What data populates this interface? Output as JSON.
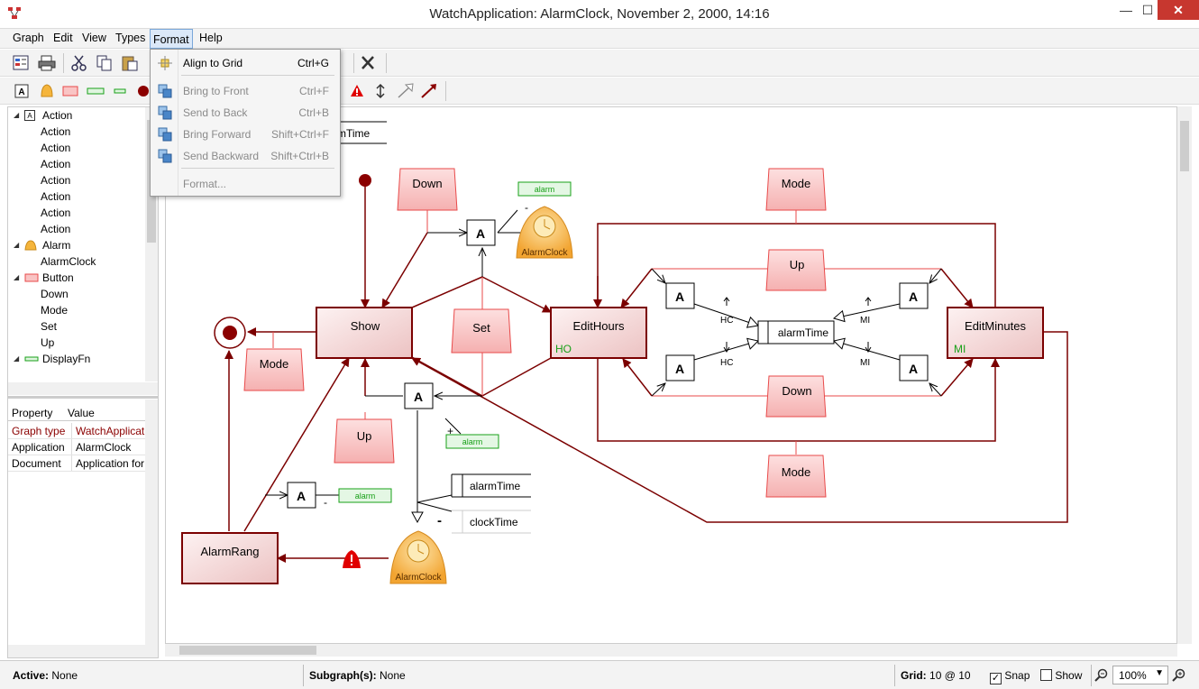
{
  "window": {
    "title": "WatchApplication: AlarmClock, November 2, 2000, 14:16",
    "minimize": "—",
    "maximize": "☐",
    "close": "✕"
  },
  "menubar": {
    "items": [
      "Graph",
      "Edit",
      "View",
      "Types",
      "Format",
      "Help"
    ]
  },
  "format_menu": {
    "items": [
      {
        "label": "Align to Grid",
        "shortcut": "Ctrl+G",
        "enabled": true
      },
      {
        "label": "Bring to Front",
        "shortcut": "Ctrl+F",
        "enabled": false
      },
      {
        "label": "Send to Back",
        "shortcut": "Ctrl+B",
        "enabled": false
      },
      {
        "label": "Bring Forward",
        "shortcut": "Shift+Ctrl+F",
        "enabled": false
      },
      {
        "label": "Send Backward",
        "shortcut": "Shift+Ctrl+B",
        "enabled": false
      },
      {
        "label": "Format...",
        "shortcut": "",
        "enabled": false
      }
    ]
  },
  "tree": {
    "items": [
      {
        "label": "Action",
        "level": 0,
        "expanded": true,
        "icon": "action-type-icon"
      },
      {
        "label": "Action",
        "level": 1
      },
      {
        "label": "Action",
        "level": 1
      },
      {
        "label": "Action",
        "level": 1
      },
      {
        "label": "Action",
        "level": 1
      },
      {
        "label": "Action",
        "level": 1
      },
      {
        "label": "Action",
        "level": 1
      },
      {
        "label": "Action",
        "level": 1
      },
      {
        "label": "Alarm",
        "level": 0,
        "expanded": true,
        "icon": "alarm-bell-icon"
      },
      {
        "label": "AlarmClock",
        "level": 1
      },
      {
        "label": "Button",
        "level": 0,
        "expanded": true,
        "icon": "button-type-icon"
      },
      {
        "label": "Down",
        "level": 1
      },
      {
        "label": "Mode",
        "level": 1
      },
      {
        "label": "Set",
        "level": 1
      },
      {
        "label": "Up",
        "level": 1
      },
      {
        "label": "DisplayFn",
        "level": 0,
        "expanded": true,
        "icon": "displayfn-type-icon"
      }
    ]
  },
  "properties": {
    "headers": [
      "Property",
      "Value"
    ],
    "rows": [
      {
        "property": "Graph type",
        "value": "WatchApplicati",
        "highlight": true
      },
      {
        "property": "Application",
        "value": "AlarmClock",
        "highlight": false
      },
      {
        "property": "Document",
        "value": "Application for",
        "highlight": false
      }
    ]
  },
  "diagram": {
    "partial_label": "rmTime",
    "states": {
      "show": "Show",
      "edit_hours": "EditHours",
      "edit_minutes": "EditMinutes",
      "alarm_rang": "AlarmRang"
    },
    "buttons": {
      "down_top": "Down",
      "mode_top": "Mode",
      "up_right": "Up",
      "set": "Set",
      "mode_left": "Mode",
      "up_left": "Up",
      "down_right": "Down",
      "mode_bottom": "Mode"
    },
    "action_label": "A",
    "alarm_label": "alarm",
    "alarm_clock_label": "AlarmClock",
    "display_fns": {
      "alarm_time_center": "alarmTime",
      "alarm_time": "alarmTime",
      "clock_time": "clockTime"
    },
    "tags": {
      "hc": "HC",
      "mi": "MI",
      "ho": "HO",
      "mi_state": "MI"
    },
    "signs": {
      "plus": "+",
      "minus": "-"
    }
  },
  "statusbar": {
    "active_label": "Active:",
    "active_value": "None",
    "subgraph_label": "Subgraph(s):",
    "subgraph_value": "None",
    "grid_label": "Grid:",
    "grid_value": "10 @ 10",
    "snap_label": "Snap",
    "snap_checked": true,
    "show_label": "Show",
    "show_checked": false,
    "zoom": "100%"
  },
  "colors": {
    "state_border": "#7b0000",
    "state_fill": "#f2d0d0",
    "button_fill": "#f9c4c4",
    "button_line": "#e84a4a",
    "arrow": "#7b0000",
    "alarm_green": "#18a018",
    "bell": "#f5b53c",
    "menu_highlight": "#dbe8f8"
  }
}
